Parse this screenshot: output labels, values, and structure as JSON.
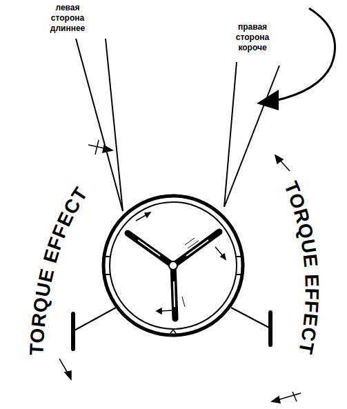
{
  "diagram": {
    "labels": [
      "левая сторона длиннее",
      "правая сторона короче",
      "TORQUE EFFECT",
      "TORQUE EFFECT"
    ]
  }
}
